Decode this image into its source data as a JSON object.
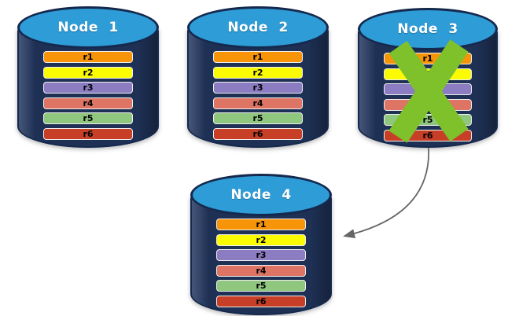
{
  "canvas": {
    "background": "#FFFFFF"
  },
  "nodes": [
    {
      "title": "Node 1"
    },
    {
      "title": "Node 2"
    },
    {
      "title": "Node 3"
    },
    {
      "title": "Node 4"
    }
  ],
  "rows": [
    {
      "label": "r1",
      "color": "#F79408"
    },
    {
      "label": "r2",
      "color": "#FBFB02"
    },
    {
      "label": "r3",
      "color": "#8C7CC2"
    },
    {
      "label": "r4",
      "color": "#DD7464"
    },
    {
      "label": "r5",
      "color": "#8EC77D"
    },
    {
      "label": "r6",
      "color": "#C63F26"
    }
  ],
  "colors": {
    "cylinder_body": "#1E3054",
    "cylinder_top": "#2E9CD6",
    "cylinder_outline": "#15294E",
    "failure_x": "#7FC12B",
    "arrow": "#666666",
    "row_text": "#000000",
    "title_text": "#FFFFFF"
  },
  "annotations": {
    "failure_x": {
      "icon": "x-mark",
      "over_node": "Node 3"
    },
    "arrow": {
      "from": "Node 3",
      "to": "Node 4"
    }
  }
}
